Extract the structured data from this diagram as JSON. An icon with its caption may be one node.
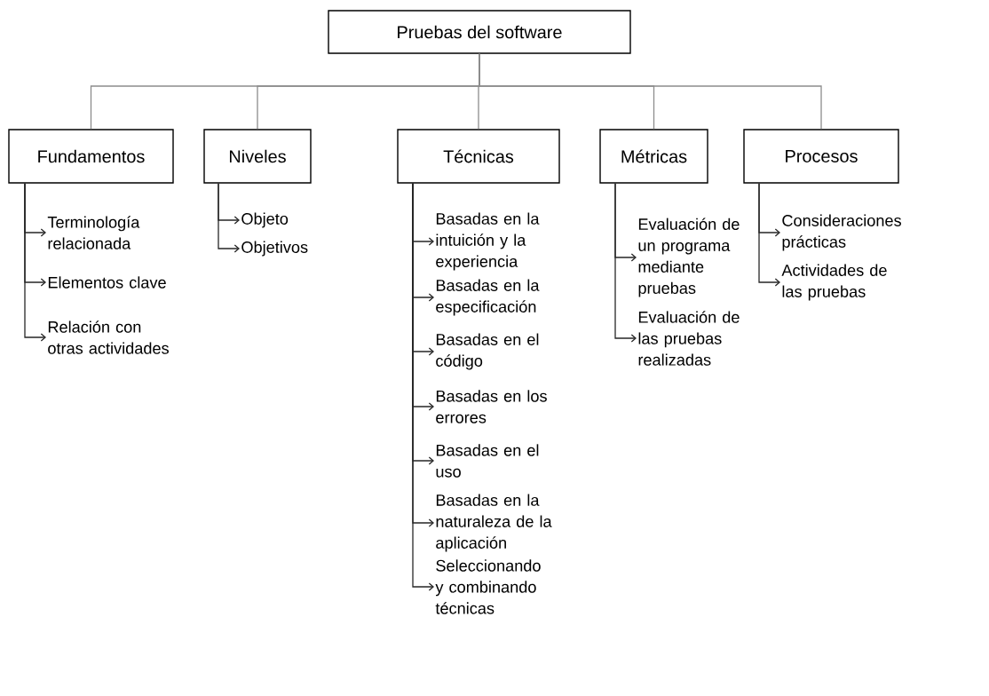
{
  "diagram": {
    "nodes": [
      {
        "text": [
          "Pruebas del software"
        ]
      },
      {
        "text": [
          "Fundamentos"
        ]
      },
      {
        "text": [
          "Niveles"
        ]
      },
      {
        "text": [
          "Técnicas"
        ]
      },
      {
        "text": [
          "Métricas"
        ]
      },
      {
        "text": [
          "Procesos"
        ]
      },
      {
        "text": [
          "Terminología relacionada"
        ]
      },
      {
        "text": [
          "Elementos clave"
        ]
      },
      {
        "text": [
          "Relación con otras actividades"
        ]
      },
      {
        "text": [
          "Objeto"
        ]
      },
      {
        "text": [
          "Objetivos"
        ]
      },
      {
        "text": [
          "Basadas en la intuición y la experiencia"
        ]
      },
      {
        "text": [
          "Basadas en la especificación"
        ]
      },
      {
        "text": [
          "Basadas en el código"
        ]
      },
      {
        "text": [
          "Basadas en los errores"
        ]
      },
      {
        "text": [
          "Basadas en el uso"
        ]
      },
      {
        "text": [
          "Basadas en la naturaleza de la aplicación"
        ]
      },
      {
        "text": [
          "Seleccionando y combinando técnicas"
        ]
      },
      {
        "text": [
          "Evaluación de un programa mediante pruebas"
        ]
      },
      {
        "text": [
          "Evaluación de las pruebas realizadas"
        ]
      },
      {
        "text": [
          "Consideraciones prácticas"
        ]
      },
      {
        "text": [
          "Actividades de las pruebas"
        ]
      }
    ],
    "edges": [
      {
        "from": 0,
        "to": 1,
        "arrow": "none",
        "color": "#8c8c8c"
      },
      {
        "from": 0,
        "to": 2,
        "arrow": "none",
        "color": "#8c8c8c"
      },
      {
        "from": 0,
        "to": 3,
        "arrow": "none",
        "color": "#8c8c8c"
      },
      {
        "from": 0,
        "to": 4,
        "arrow": "none",
        "color": "#8c8c8c"
      },
      {
        "from": 0,
        "to": 5,
        "arrow": "none",
        "color": "#8c8c8c"
      },
      {
        "from": 1,
        "to": 6,
        "arrow": "to"
      },
      {
        "from": 1,
        "to": 7,
        "arrow": "to"
      },
      {
        "from": 1,
        "to": 8,
        "arrow": "to"
      },
      {
        "from": 2,
        "to": 9,
        "arrow": "to"
      },
      {
        "from": 2,
        "to": 10,
        "arrow": "to"
      },
      {
        "from": 3,
        "to": 11,
        "arrow": "to"
      },
      {
        "from": 3,
        "to": 12,
        "arrow": "to"
      },
      {
        "from": 3,
        "to": 13,
        "arrow": "to"
      },
      {
        "from": 3,
        "to": 14,
        "arrow": "to"
      },
      {
        "from": 3,
        "to": 15,
        "arrow": "to"
      },
      {
        "from": 3,
        "to": 16,
        "arrow": "to"
      },
      {
        "from": 3,
        "to": 17,
        "arrow": "to"
      },
      {
        "from": 4,
        "to": 18,
        "arrow": "to"
      },
      {
        "from": 4,
        "to": 19,
        "arrow": "to"
      },
      {
        "from": 5,
        "to": 20,
        "arrow": "to"
      },
      {
        "from": 5,
        "to": 21,
        "arrow": "to"
      }
    ]
  }
}
